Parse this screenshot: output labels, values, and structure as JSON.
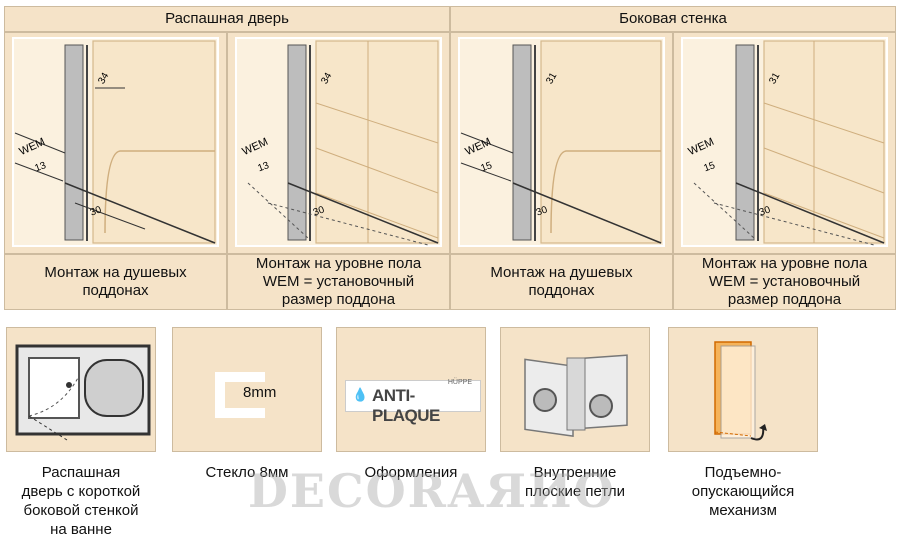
{
  "headers": {
    "left": "Распашная дверь",
    "right": "Боковая стенка"
  },
  "drawings": [
    {
      "label_wem": "WEM",
      "dim_top": "34",
      "dim_side": "13",
      "dim_bottom": "30"
    },
    {
      "label_wem": "WEM",
      "dim_top": "34",
      "dim_side": "13",
      "dim_bottom": "30"
    },
    {
      "label_wem": "WEM",
      "dim_top": "31",
      "dim_side": "15",
      "dim_bottom": "30"
    },
    {
      "label_wem": "WEM",
      "dim_top": "31",
      "dim_side": "15",
      "dim_bottom": "30"
    }
  ],
  "captions": [
    "Монтаж на душевых\nподдонах",
    "Монтаж на уровне пола\nWEM = установочный\nразмер поддона",
    "Монтаж на душевых\nподдонах",
    "Монтаж на уровне пола\nWEM = установочный\nразмер поддона"
  ],
  "features": [
    {
      "label": "Распашная\nдверь с короткой\nбоковой стенкой\nна ванне",
      "icon": "bathtub-door-icon"
    },
    {
      "label": "Стекло 8мм",
      "icon": "glass-thickness-icon",
      "text": "8mm"
    },
    {
      "label": "Оформления",
      "icon": "anti-plaque-icon",
      "brand": "HÜPPE",
      "logo_text": "ANTI-PLAQUE"
    },
    {
      "label": "Внутренние\nплоские петли",
      "icon": "flat-hinge-icon"
    },
    {
      "label": "Подъемно-\nопускающийся\nмеханизм",
      "icon": "lift-mechanism-icon"
    }
  ],
  "watermark": "DECORAЯИО"
}
